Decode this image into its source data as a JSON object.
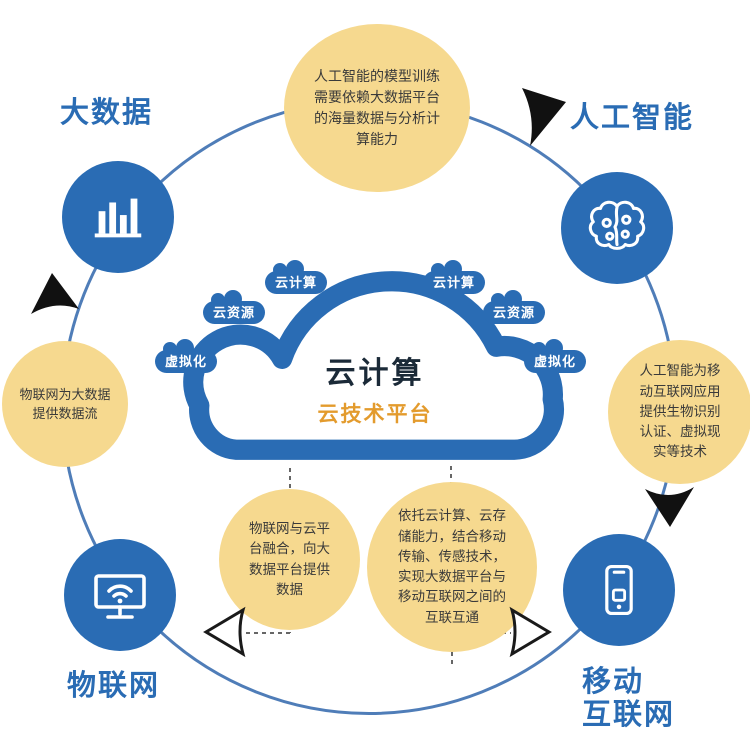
{
  "colors": {
    "node_blue": "#2a6cb4",
    "ring_blue": "#4f7db8",
    "bubble_yellow": "#f6d98f",
    "cloud_title_dark": "#1b2a38",
    "cloud_subtitle_gold": "#e39b2d",
    "arrow_black": "#111111",
    "icon_white": "#ffffff"
  },
  "cloud": {
    "title": "云计算",
    "subtitle": "云技术平台"
  },
  "cloud_badges": {
    "left": [
      "云计算",
      "云资源",
      "虚拟化"
    ],
    "right": [
      "云计算",
      "云资源",
      "虚拟化"
    ]
  },
  "nodes": {
    "bigdata": {
      "label": "大数据",
      "icon": "bar-chart-icon"
    },
    "ai": {
      "label": "人工智能",
      "icon": "brain-icon"
    },
    "iot": {
      "label": "物联网",
      "icon": "monitor-wifi-icon"
    },
    "mobile": {
      "label_line1": "移动",
      "label_line2": "互联网",
      "icon": "smartphone-icon"
    }
  },
  "bubbles": {
    "top": "人工智能的模型训练需要依赖大数据平台的海量数据与分析计算能力",
    "left": "物联网为大数据提供数据流",
    "right": "人工智能为移动互联网应用提供生物识别认证、虚拟现实等技术",
    "bottom_left": "物联网与云平台融合，向大数据平台提供数据",
    "bottom_right": "依托云计算、云存储能力，结合移动传输、传感技术，实现大数据平台与移动互联网之间的互联互通"
  }
}
